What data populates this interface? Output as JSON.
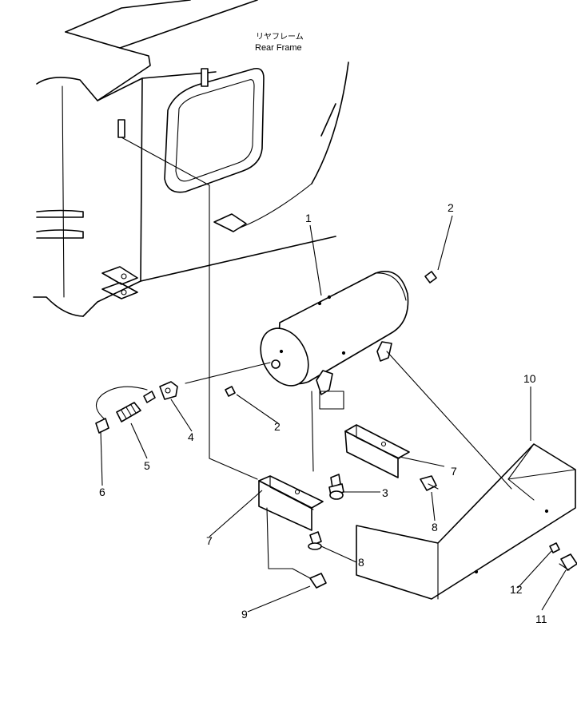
{
  "frame_label": {
    "japanese": "リヤフレーム",
    "english": "Rear Frame"
  },
  "callouts": {
    "c1": "1",
    "c2a": "2",
    "c2b": "2",
    "c3": "3",
    "c4": "4",
    "c5": "5",
    "c6": "6",
    "c7a": "7",
    "c7b": "7",
    "c8a": "8",
    "c8b": "8",
    "c9": "9",
    "c10": "10",
    "c11": "11",
    "c12": "12"
  }
}
